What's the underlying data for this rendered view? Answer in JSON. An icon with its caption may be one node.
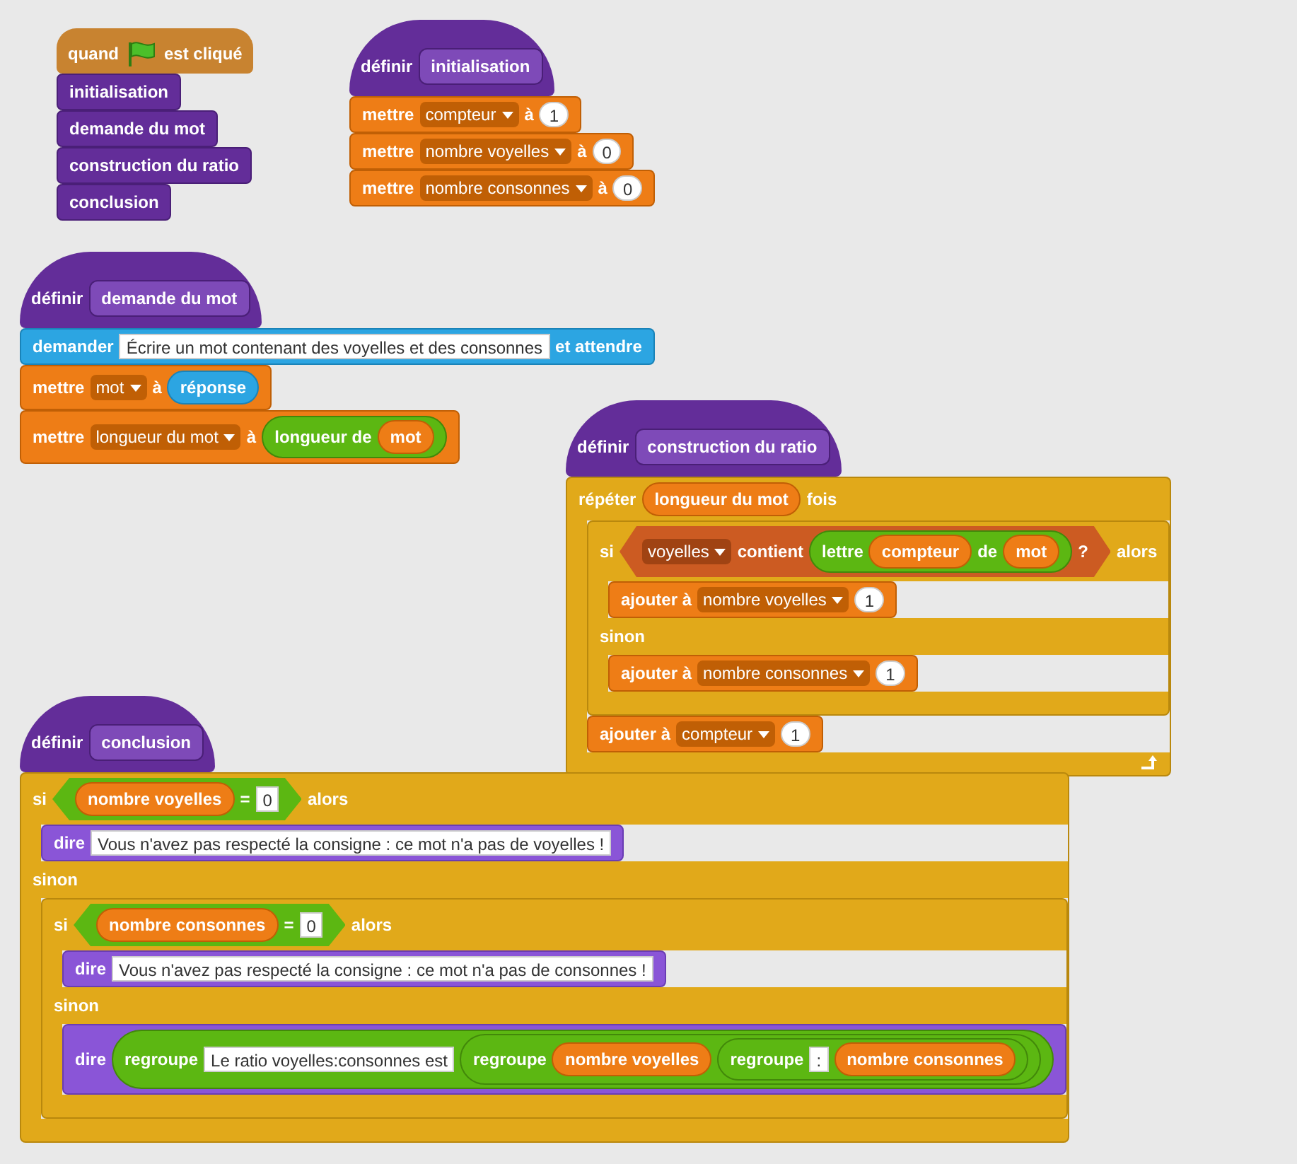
{
  "diagram": {
    "nodes": [
      {
        "text": [
          "quand",
          "est cliqué"
        ]
      },
      {
        "text": [
          "initialisation"
        ]
      },
      {
        "text": [
          "demande du mot"
        ]
      },
      {
        "text": [
          "construction du ratio"
        ]
      },
      {
        "text": [
          "conclusion"
        ]
      },
      {
        "text": [
          "définir"
        ]
      },
      {
        "text": [
          "initialisation"
        ],
        "in": 5
      },
      {
        "text": [
          "mettre",
          "compteur",
          "à",
          "1"
        ]
      },
      {
        "text": [
          "mettre",
          "nombre voyelles",
          "à",
          "0"
        ]
      },
      {
        "text": [
          "mettre",
          "nombre consonnes",
          "à",
          "0"
        ]
      },
      {
        "text": [
          "définir"
        ]
      },
      {
        "text": [
          "demande du mot"
        ],
        "in": 10
      },
      {
        "text": [
          "demander",
          "Écrire un mot contenant des voyelles et des consonnes",
          "et attendre"
        ]
      },
      {
        "text": [
          "mettre",
          "mot",
          "à"
        ]
      },
      {
        "text": [
          "réponse"
        ],
        "in": 13
      },
      {
        "text": [
          "mettre",
          "longueur du mot",
          "à"
        ]
      },
      {
        "text": [
          "longueur de"
        ],
        "in": 15
      },
      {
        "text": [
          "mot"
        ],
        "in": 16
      },
      {
        "text": [
          "définir"
        ]
      },
      {
        "text": [
          "construction du ratio"
        ],
        "in": 18
      },
      {
        "text": [
          "répéter",
          "fois"
        ]
      },
      {
        "text": [
          "longueur du mot"
        ],
        "in": 20
      },
      {
        "text": [
          "si",
          "alors",
          "sinon"
        ],
        "in": 20
      },
      {
        "text": [
          "voyelles",
          "contient",
          "?"
        ],
        "in": 22
      },
      {
        "text": [
          "lettre",
          "de"
        ],
        "in": 23
      },
      {
        "text": [
          "compteur"
        ],
        "in": 24
      },
      {
        "text": [
          "mot"
        ],
        "in": 24
      },
      {
        "text": [
          "ajouter à",
          "nombre voyelles",
          "1"
        ],
        "in": 22
      },
      {
        "text": [
          "ajouter à",
          "nombre consonnes",
          "1"
        ],
        "in": 22
      },
      {
        "text": [
          "ajouter à",
          "compteur",
          "1"
        ],
        "in": 20
      },
      {
        "text": [
          "définir"
        ]
      },
      {
        "text": [
          "conclusion"
        ],
        "in": 30
      },
      {
        "text": [
          "si",
          "alors",
          "sinon"
        ]
      },
      {
        "text": [
          "=",
          "0"
        ],
        "in": 32
      },
      {
        "text": [
          "nombre voyelles"
        ],
        "in": 33
      },
      {
        "text": [
          "dire",
          "Vous n'avez pas respecté la consigne : ce mot n'a pas de voyelles !"
        ],
        "in": 32
      },
      {
        "text": [
          "si",
          "alors",
          "sinon"
        ],
        "in": 32
      },
      {
        "text": [
          "=",
          "0"
        ],
        "in": 36
      },
      {
        "text": [
          "nombre consonnes"
        ],
        "in": 37
      },
      {
        "text": [
          "dire",
          "Vous n'avez pas respecté la consigne : ce mot n'a pas de consonnes !"
        ],
        "in": 36
      },
      {
        "text": [
          "dire"
        ],
        "in": 36
      },
      {
        "text": [
          "regroupe",
          "Le ratio voyelles:consonnes est"
        ],
        "in": 40
      },
      {
        "text": [
          "regroupe"
        ],
        "in": 41
      },
      {
        "text": [
          "nombre voyelles"
        ],
        "in": 42
      },
      {
        "text": [
          "regroupe",
          ":"
        ],
        "in": 42
      },
      {
        "text": [
          "nombre consonnes"
        ],
        "in": 44
      }
    ]
  }
}
